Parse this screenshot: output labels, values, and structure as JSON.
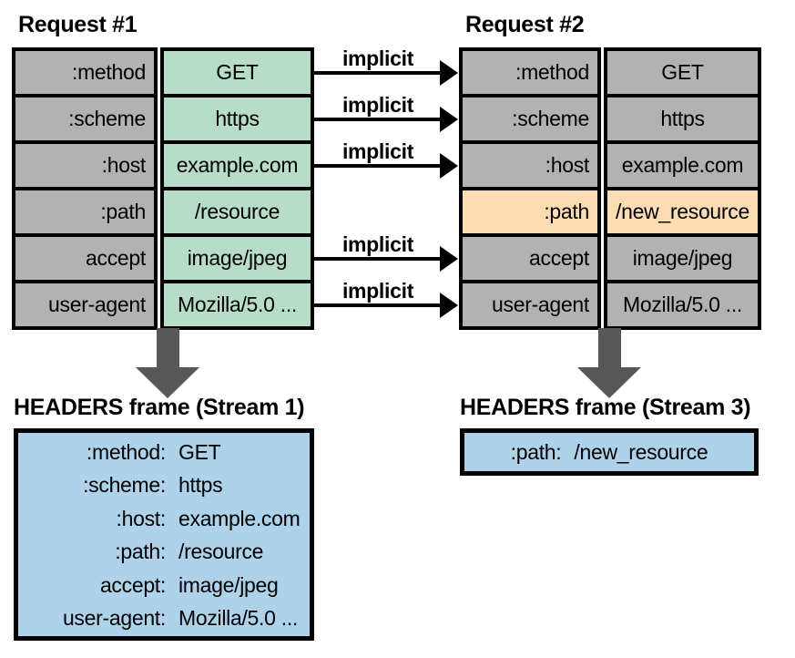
{
  "request1": {
    "title": "Request #1",
    "rows": [
      {
        "key": ":method",
        "value": "GET"
      },
      {
        "key": ":scheme",
        "value": "https"
      },
      {
        "key": ":host",
        "value": "example.com"
      },
      {
        "key": ":path",
        "value": "/resource"
      },
      {
        "key": "accept",
        "value": "image/jpeg"
      },
      {
        "key": "user-agent",
        "value": "Mozilla/5.0 ..."
      }
    ]
  },
  "request2": {
    "title": "Request #2",
    "rows": [
      {
        "key": ":method",
        "value": "GET"
      },
      {
        "key": ":scheme",
        "value": "https"
      },
      {
        "key": ":host",
        "value": "example.com"
      },
      {
        "key": ":path",
        "value": "/new_resource",
        "highlighted": true
      },
      {
        "key": "accept",
        "value": "image/jpeg"
      },
      {
        "key": "user-agent",
        "value": "Mozilla/5.0 ..."
      }
    ]
  },
  "arrows": {
    "label": "implicit",
    "row_indexes": [
      0,
      1,
      2,
      4,
      5
    ]
  },
  "frame1": {
    "title": "HEADERS frame (Stream 1)",
    "lines": [
      {
        "key": ":method:",
        "value": "GET"
      },
      {
        "key": ":scheme:",
        "value": "https"
      },
      {
        "key": ":host:",
        "value": "example.com"
      },
      {
        "key": ":path:",
        "value": "/resource"
      },
      {
        "key": "accept:",
        "value": "image/jpeg"
      },
      {
        "key": "user-agent:",
        "value": "Mozilla/5.0 ..."
      }
    ]
  },
  "frame2": {
    "title": "HEADERS frame (Stream 3)",
    "lines": [
      {
        "key": ":path:",
        "value": "/new_resource"
      }
    ]
  },
  "colors": {
    "cell_gray": "#b2b2b2",
    "cell_green": "#b7dcc7",
    "cell_orange": "#fcdcb3",
    "frame_blue": "#aed2e9",
    "arrow_dark": "#575757"
  }
}
